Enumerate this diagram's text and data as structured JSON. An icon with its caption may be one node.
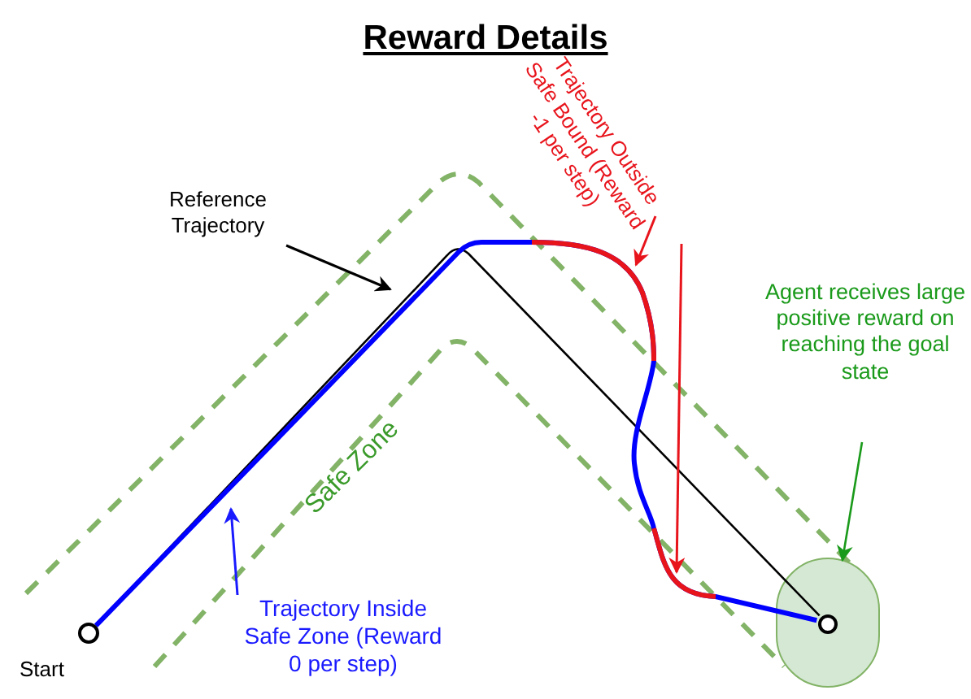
{
  "diagram": {
    "title": "Reward Details",
    "nodes": [
      {
        "text": [
          "Reference Trajectory"
        ]
      },
      {
        "text": [
          "Trajectory Outside Safe Bound (Reward -1 per step)"
        ]
      },
      {
        "text": [
          "Agent receives large positive reward on reaching the goal state"
        ]
      },
      {
        "text": [],
        "shape": "circle"
      },
      {
        "text": [],
        "shape": "circle",
        "in": 3
      },
      {
        "text": [],
        "shape": "circle",
        "beside": [
          "Start"
        ]
      },
      {
        "text": [
          "Trajectory Inside Safe Zone (Reward 0 per step)"
        ]
      }
    ],
    "edges": [
      {
        "from": 5,
        "to": 4,
        "arrow": "none",
        "color": "#000000"
      },
      {
        "from": 5,
        "to": 4,
        "arrow": "none",
        "style": "thick",
        "color": "#0000ff"
      },
      {
        "from": 0,
        "to": null,
        "arrow": "to",
        "color": "#000000"
      },
      {
        "from": 1,
        "to": null,
        "arrow": "to",
        "color": "#e8141c"
      },
      {
        "from": 1,
        "to": null,
        "arrow": "to",
        "color": "#e8141c"
      },
      {
        "from": 6,
        "to": null,
        "arrow": "to",
        "color": "#1a1aff"
      },
      {
        "from": 2,
        "to": 3,
        "arrow": "to",
        "color": "#1a9a1a"
      }
    ],
    "labels": [
      "Safe Zone"
    ]
  }
}
